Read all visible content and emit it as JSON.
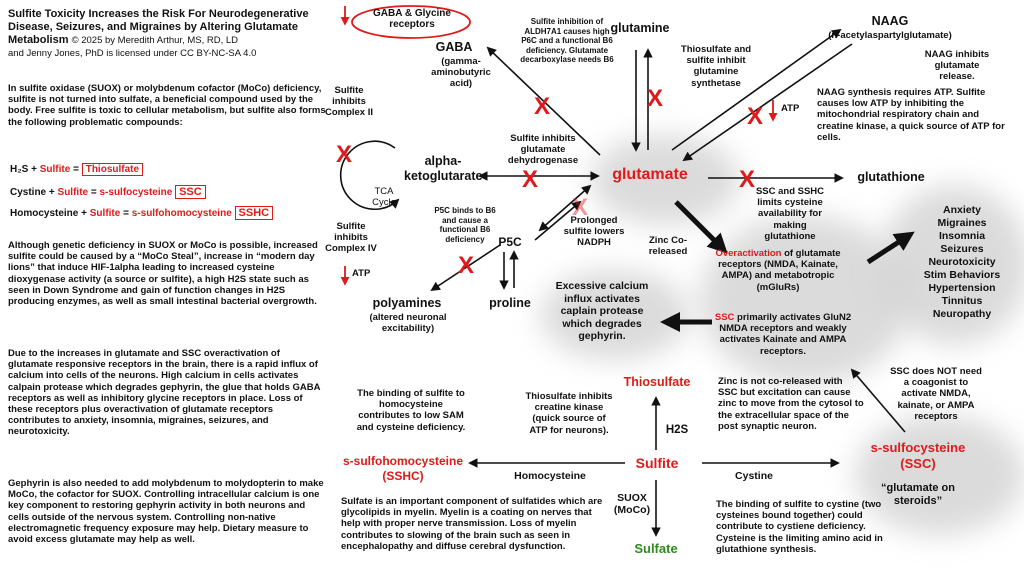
{
  "header": {
    "title_line1": "Sulfite Toxicity Increases the Risk For Neurodegenerative",
    "title_line2": "Disease, Seizures, and Migraines by Altering  Glutamate",
    "title_line3": "Metabolism",
    "credit1": "© 2025 by Meredith Arthur, MS, RD, LD",
    "credit2": "and Jenny Jones, PhD is  licensed under CC BY-NC-SA 4.0"
  },
  "left": {
    "p1": "In sulfite oxidase (SUOX) or molybdenum cofactor (MoCo) deficiency, sulfite is not turned into sulfate, a beneficial compound used by the body. Free sulfite is toxic to cellular metabolism, but sulfite also forms the following problematic compounds:",
    "eq1": {
      "a": "H₂S",
      "plus": "+",
      "b": "Sulfite",
      "eq": "=",
      "c": "Thiosulfate"
    },
    "eq2": {
      "a": "Cystine",
      "plus": "+",
      "b": "Sulfite",
      "eq": "=",
      "c": "s-sulfocysteine",
      "tag": "SSC"
    },
    "eq3": {
      "a": "Homocysteine",
      "plus": "+",
      "b": "Sulfite",
      "eq": "=",
      "c": "s-sulfohomocysteine",
      "tag": "SSHC"
    },
    "p2": "Although genetic deficiency in SUOX or MoCo is  possible, increased sulfite could be caused by a  “MoCo Steal”, increase in “modern day lions” that induce HIF-1alpha leading to increased cysteine dioxygenase activity (a source or sulfite), a high H2S state such as seen in Down Syndrome and gain of function changes in H2S producing enzymes, as well as small intestinal bacterial overgrowth.",
    "p3": "Due to the increases in glutamate and SSC overactivation of glutamate responsive receptors in the brain, there is a rapid influx of calcium into cells of the neurons. High calcium in cells activates calpain protease which degrades gephyrin, the glue that holds GABA receptors as well as inhibitory glycine receptors in place. Loss of these receptors plus overactivation of glutamate receptors contributes to anxiety, insomnia, migraines, seizures, and neurotoxicity.",
    "p4": "Gephyrin is also needed to add molybdenum to molydopterin to make MoCo, the cofactor for SUOX. Controlling intracellular calcium is one key component to restoring gephyrin activity in both neurons and cells outside of the nervous system. Controlling non-native electromagnetic frequency exposure may help. Dietary measure to avoid excess glutamate may help as well."
  },
  "nodes": {
    "gaba_glycine": "GABA & Glycine receptors",
    "gaba": "GABA",
    "gaba_sub": "(gamma-aminobutyric acid)",
    "glutamine": "glutamine",
    "naag": "NAAG",
    "naag_sub": "(n-acetylaspartylglutamate)",
    "alpha": "alpha-ketoglutarate",
    "tca": "TCA Cycle",
    "glutamate": "glutamate",
    "glutathione": "glutathione",
    "p5c": "P5C",
    "polyamines": "polyamines",
    "polyamines_sub": "(altered neuronal excitability)",
    "proline": "proline",
    "thiosulfate": "Thiosulfate",
    "h2s": "H2S",
    "sulfite": "Sulfite",
    "sulfate": "Sulfate",
    "suox": "SUOX (MoCo)",
    "homocysteine": "Homocysteine",
    "cystine": "Cystine",
    "sshc": "s-sulfohomocysteine (SSHC)",
    "ssc": "s-sulfocysteine (SSC)",
    "ssc_quote": "“glutamate on steroids”"
  },
  "notes": {
    "aldh": "Sulfite inhibition of ALDH7A1 causes high P6C and a functional B6 deficiency. Glutamate decarboxylase needs B6",
    "thio_gs": "Thiosulfate and sulfite inhibit glutamine synthetase",
    "naag_inhib": "NAAG inhibits glutamate release.",
    "naag_atp": "NAAG synthesis requires ATP. Sulfite causes low ATP by inhibiting the mitochondrial respiratory chain and creatine kinase, a quick source of ATP for cells.",
    "atp1": "ATP",
    "complex2": "Sulfite inhibits Complex II",
    "complex4": "Sulfite inhibits Complex IV",
    "atp2": "ATP",
    "gdh": "Sulfite inhibits glutamate dehydrogenase",
    "p5c_b6": "P5C binds to B6 and cause a functional B6 deficiency",
    "nadph": "Prolonged sulfite lowers NADPH",
    "zinc": "Zinc Co-released",
    "ssc_gsh": "SSC and SSHC limits cysteine availability for making glutathione",
    "overact_word": "Overactivation",
    "overact_rest": " of glutamate receptors (NMDA, Kainate, AMPA) and metabotropic (mGluRs)",
    "ssc_word": "SSC",
    "ssc_rest": " primarily activates GluN2 NMDA  receptors and weakly activates Kainate and AMPA receptors.",
    "calpain": "Excessive calcium influx activates caplain protease which degrades gephyrin.",
    "coagonist": "SSC does NOT need a coagonist to activate NMDA, kainate, or AMPA receptors",
    "zinc2": "Zinc is not co-released with SSC but excitation can cause zinc to move from the cytosol to the extracellular space of the post synaptic neuron.",
    "sam": "The binding of sulfite to homocysteine contributes to low SAM and cysteine deficiency.",
    "creatine": "Thiosulfate inhibits creatine kinase (quick source of ATP for neurons).",
    "myelin": "Sulfate is an important component of sulfatides which are glycolipids in myelin. Myelin is a coating  on nerves that help with proper nerve transmission. Loss of myelin contributes to slowing of the brain such as seen in encephalopathy and diffuse cerebral dysfunction.",
    "cystine_note": "The binding of sulfite to cystine (two cysteines bound together) could contribute to cystiene deficiency. Cysteine is the limiting amino acid in glutathione synthesis."
  },
  "symptoms": [
    "Anxiety",
    "Migraines",
    "Insomnia",
    "Seizures",
    "Neurotoxicity",
    "Stim Behaviors",
    "Hypertension",
    "Tinnitus",
    "Neuropathy"
  ],
  "colors": {
    "accent": "#e01a1a",
    "sulfate": "#2e8b1e",
    "arrow": "#111111",
    "glow": "#cfcfcf"
  }
}
